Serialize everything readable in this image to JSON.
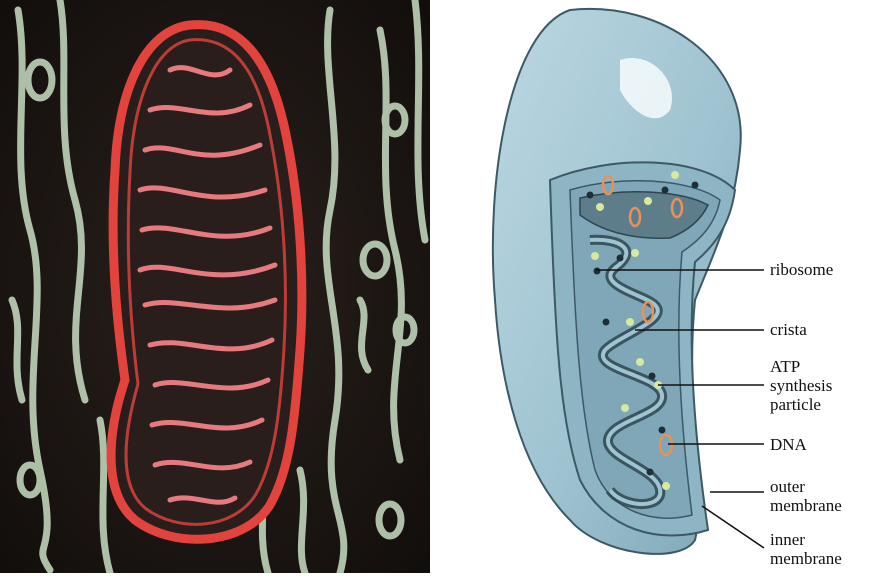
{
  "micrograph": {
    "icon": "micrograph-icon",
    "colors": {
      "background": "#1c1512",
      "membrane": "#e2433d",
      "cristae": "#e77a7f",
      "tissue": "#cfe3c9"
    }
  },
  "diagram": {
    "labels": {
      "ribosome": "ribosome",
      "crista": "crista",
      "atp_line1": "ATP",
      "atp_line2": "synthesis",
      "atp_line3": "particle",
      "dna": "DNA",
      "outer_line1": "outer",
      "outer_line2": "membrane",
      "inner_line1": "inner",
      "inner_line2": "membrane"
    },
    "colors": {
      "outer": "#9fc3d1",
      "inner": "#7fa7b7",
      "matrix": "#5d7d8b",
      "ribosome": "#d7e9a0",
      "dna": "#e8915a",
      "atp": "#1f2f3a"
    }
  }
}
